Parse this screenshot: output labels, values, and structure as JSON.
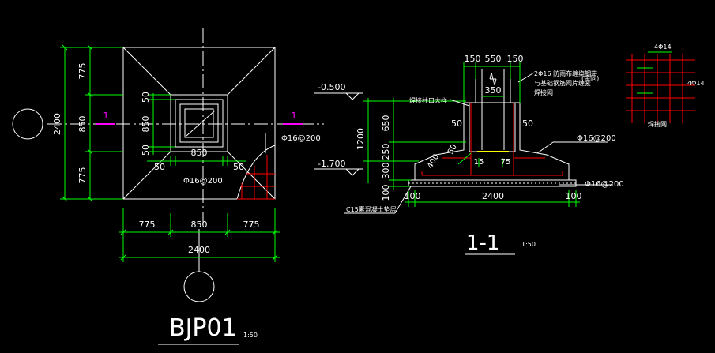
{
  "colors": {
    "background": "#000000",
    "line": "#ffffff",
    "dimension": "#00ff00",
    "section_mark": "#ff00ff",
    "rebar": "#ff0000",
    "text": "#ffffff",
    "dashed": "#ffff00"
  },
  "plan": {
    "title": "BJP01",
    "scale": "1:50",
    "dims_left": [
      "775",
      "850",
      "775"
    ],
    "dims_left_total": "2400",
    "dims_inner_vertical": [
      "50",
      "850",
      "50"
    ],
    "dims_inner_bottom": [
      "50",
      "850",
      "50"
    ],
    "dims_bottom": [
      "775",
      "850",
      "775"
    ],
    "dims_bottom_total": "2400",
    "rebar_labels": [
      "Φ16@200",
      "Φ16@200"
    ],
    "section_mark": "1"
  },
  "section": {
    "title": "1-1",
    "scale": "1:50",
    "top_dims": [
      "150",
      "550",
      "150"
    ],
    "column_width": "350",
    "side_50_left": "50",
    "side_50_right": "50",
    "elev_top": "-0.500",
    "elev_bottom": "-1.700",
    "vertical_dims": [
      "650",
      "250",
      "300",
      "100"
    ],
    "vertical_total": "1200",
    "dims_bottom": [
      "100",
      "2400",
      "100"
    ],
    "notes": [
      "2Φ16 防雨布缠绕钢带",
      "与基础钢筋网片缠紧",
      "焊接网",
      "(余同)",
      "焊接柱口大样",
      "C15素混凝土垫层"
    ],
    "dims_misc": [
      "400",
      "50",
      "15",
      "75"
    ],
    "rebar_labels": [
      "Φ16@200",
      "Φ16@200"
    ]
  },
  "detail": {
    "labels": [
      "4Φ14",
      "4Φ14",
      "焊接网"
    ]
  }
}
